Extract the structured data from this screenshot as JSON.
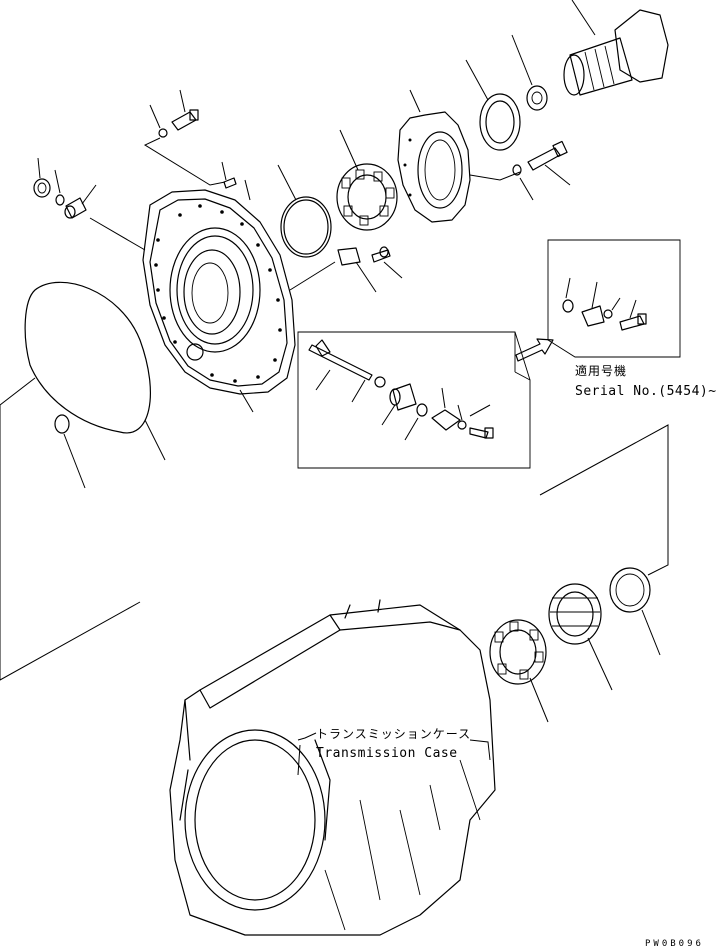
{
  "diagram": {
    "applicable_serial_jp": "適用号機",
    "applicable_serial_en": "Serial No.(5454)~",
    "case_label_jp": "トランスミッションケース",
    "case_label_en": "Transmission Case",
    "drawing_code": "PW0B096"
  }
}
